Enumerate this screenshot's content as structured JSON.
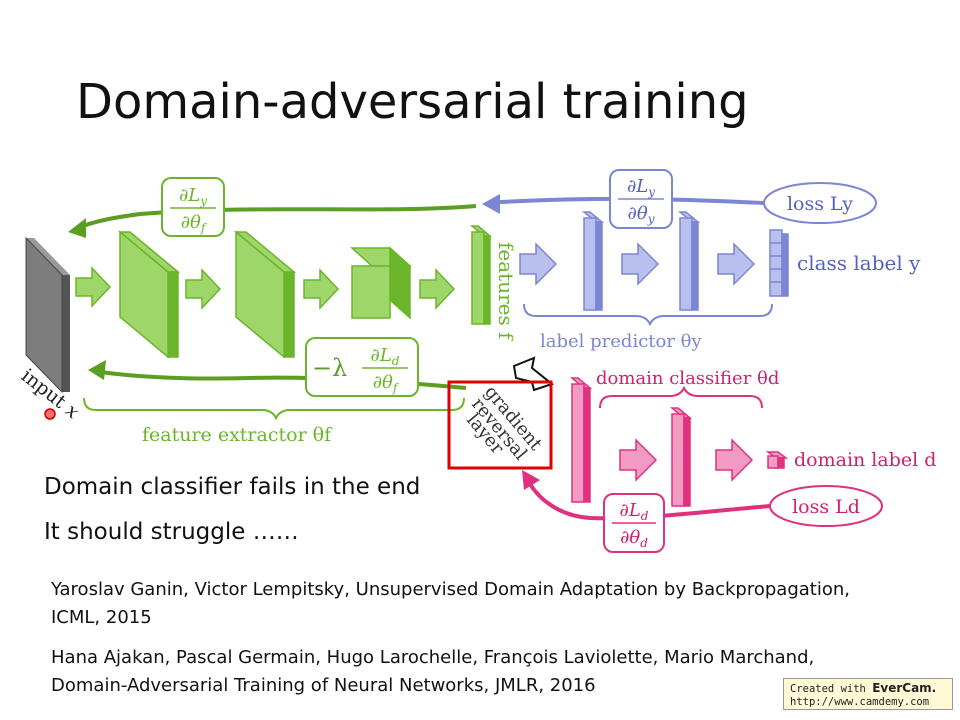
{
  "slide": {
    "title": "Domain-adversarial training"
  },
  "diagram": {
    "input_label": "input x",
    "features_label": "features f",
    "feature_extractor_label": "feature extractor θf",
    "label_predictor_label": "label predictor θy",
    "class_label": "class label y",
    "loss_y": "loss Ly",
    "grad_y_theta_f": "∂Ly / ∂θf",
    "grad_y_theta_y": "∂Ly / ∂θy",
    "grad_reversed": "−λ ∂Ld / ∂θf",
    "domain_classifier_label": "domain classifier θd",
    "domain_label": "domain label d",
    "loss_d": "loss Ld",
    "grad_d_theta_d": "∂Ld / ∂θd",
    "gradient_reversal_label": "gradient reversal layer",
    "colors": {
      "green": "#6bb52a",
      "green_light": "#9ed66a",
      "blue": "#7b86d4",
      "blue_light": "#b9c0ee",
      "pink": "#e0307f",
      "pink_light": "#f29ac3",
      "highlight_red": "#e00000"
    }
  },
  "notes": {
    "line1": "Domain classifier fails in the end",
    "line2": "It should struggle ……"
  },
  "references": {
    "ref1_line1": "Yaroslav Ganin, Victor Lempitsky, Unsupervised Domain Adaptation by Backpropagation,",
    "ref1_line2": "ICML, 2015",
    "ref2_line1": "Hana Ajakan, Pascal Germain, Hugo Larochelle, François Laviolette, Mario Marchand,",
    "ref2_line2": "Domain-Adversarial Training of Neural Networks, JMLR, 2016"
  },
  "watermark": {
    "line1_prefix": "Created with ",
    "brand": "EverCam.",
    "line2": "http://www.camdemy.com"
  }
}
